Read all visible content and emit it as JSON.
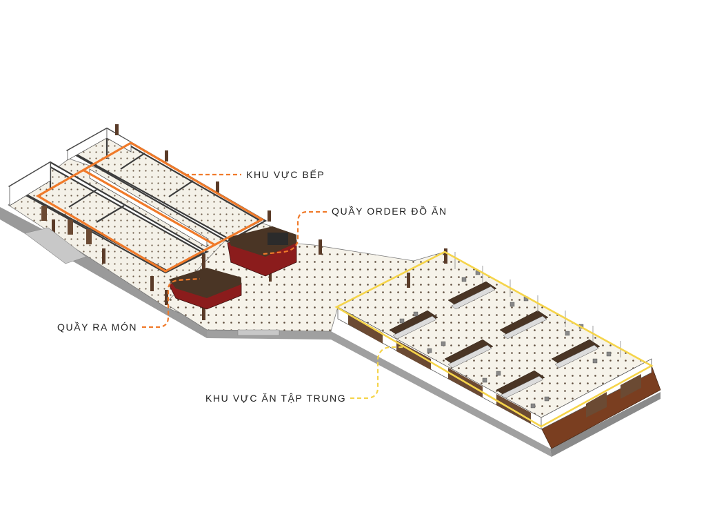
{
  "labels": {
    "kitchen": "KHU VỰC BẾP",
    "order_counter": "QUẦY ORDER ĐỒ ĂN",
    "serving_counter": "QUẦY RA MÓN",
    "dining_area": "KHU VỰC ĂN TẬP TRUNG"
  },
  "colors": {
    "kitchen_highlight": "#f07a2a",
    "dining_highlight": "#f5d44a",
    "floor": "#f2efe6",
    "wood": "#5a3b28",
    "counter_red": "#8b1c1c",
    "wall": "#ffffff",
    "outline": "#444444"
  }
}
